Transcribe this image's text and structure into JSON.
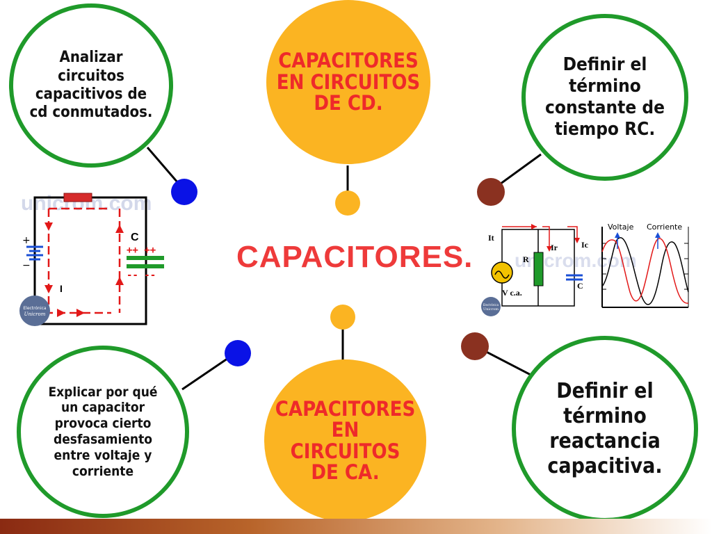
{
  "center_title": "CAPACITORES.",
  "topics": {
    "dc": "CAPACITORES\nEN CIRCUITOS\nDE CD.",
    "ac": "CAPACITORES\nEN\nCIRCUITOS\nDE CA."
  },
  "objectives": {
    "top_left": "Analizar\ncircuitos\ncapacitivos de\ncd conmutados.",
    "top_right": "Definir el\ntérmino\nconstante de\ntiempo RC.",
    "bottom_left": "Explicar por qué\nun capacitor\nprovoca cierto\ndesfasamiento\nentre voltaje y\ncorriente",
    "bottom_right": "Definir el\ntérmino\nreactancia\ncapacitiva."
  },
  "dc_circuit": {
    "watermark": "unicrom.com",
    "capacitor_label": "C",
    "current_label": "I",
    "plus_marks": "++ ++",
    "minus_marks": "-- --",
    "battery_plus": "+",
    "battery_minus": "−",
    "logo_line1": "Electrónica",
    "logo_line2": "Unicrom"
  },
  "ac_circuit": {
    "watermark": "unicrom.com",
    "total_current": "It",
    "resistor_current": "Ir",
    "capacitor_current": "Ic",
    "resistor_label": "R",
    "capacitor_label": "C",
    "source_label": "V c.a.",
    "logo_line1": "Electrónica",
    "logo_line2": "Unicrom"
  },
  "waveform": {
    "voltage_label": "Voltaje",
    "current_label": "Corriente"
  },
  "colors": {
    "green_ring": "#1f9a2a",
    "orange_fill": "#fbb422",
    "red_text": "#ee2a2a",
    "blue_dot": "#0a12e6",
    "brown_dot": "#8a3120"
  }
}
